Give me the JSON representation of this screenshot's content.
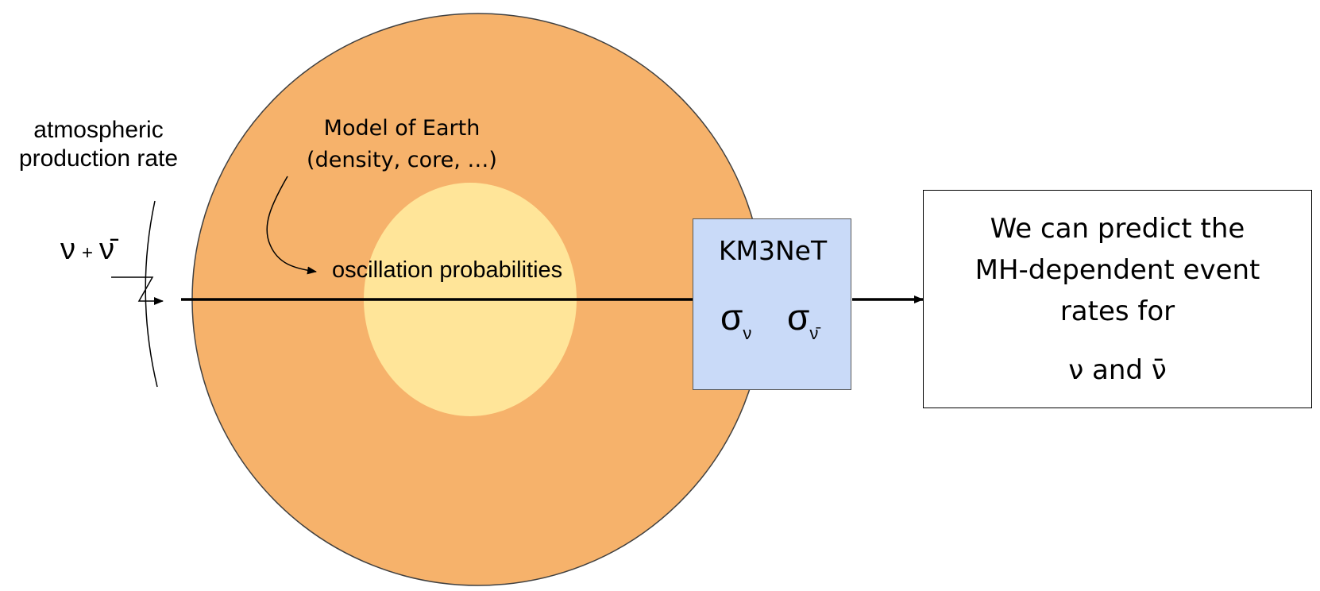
{
  "diagram": {
    "source_label": {
      "line1": "atmospheric",
      "line2": "production rate"
    },
    "flux": {
      "nu": "ν",
      "plus": "+",
      "nubar": "ν̄"
    },
    "earth_model": {
      "line1": "Model of Earth",
      "line2": "(density, core, …)"
    },
    "oscillation_label": "oscillation probabilities",
    "detector": {
      "name": "KM3NeT",
      "sigma": "σ",
      "sub_nu": "ν",
      "sub_nubar": "ν̄"
    },
    "result": {
      "line1": "We can predict the",
      "line2": "MH-dependent event",
      "line3": "rates for",
      "line4": "ν and ν̄"
    },
    "colors": {
      "earth_mantle": "#f6b26b",
      "earth_core": "#ffe599",
      "detector_fill": "#c9daf8",
      "outline": "#000000"
    }
  }
}
